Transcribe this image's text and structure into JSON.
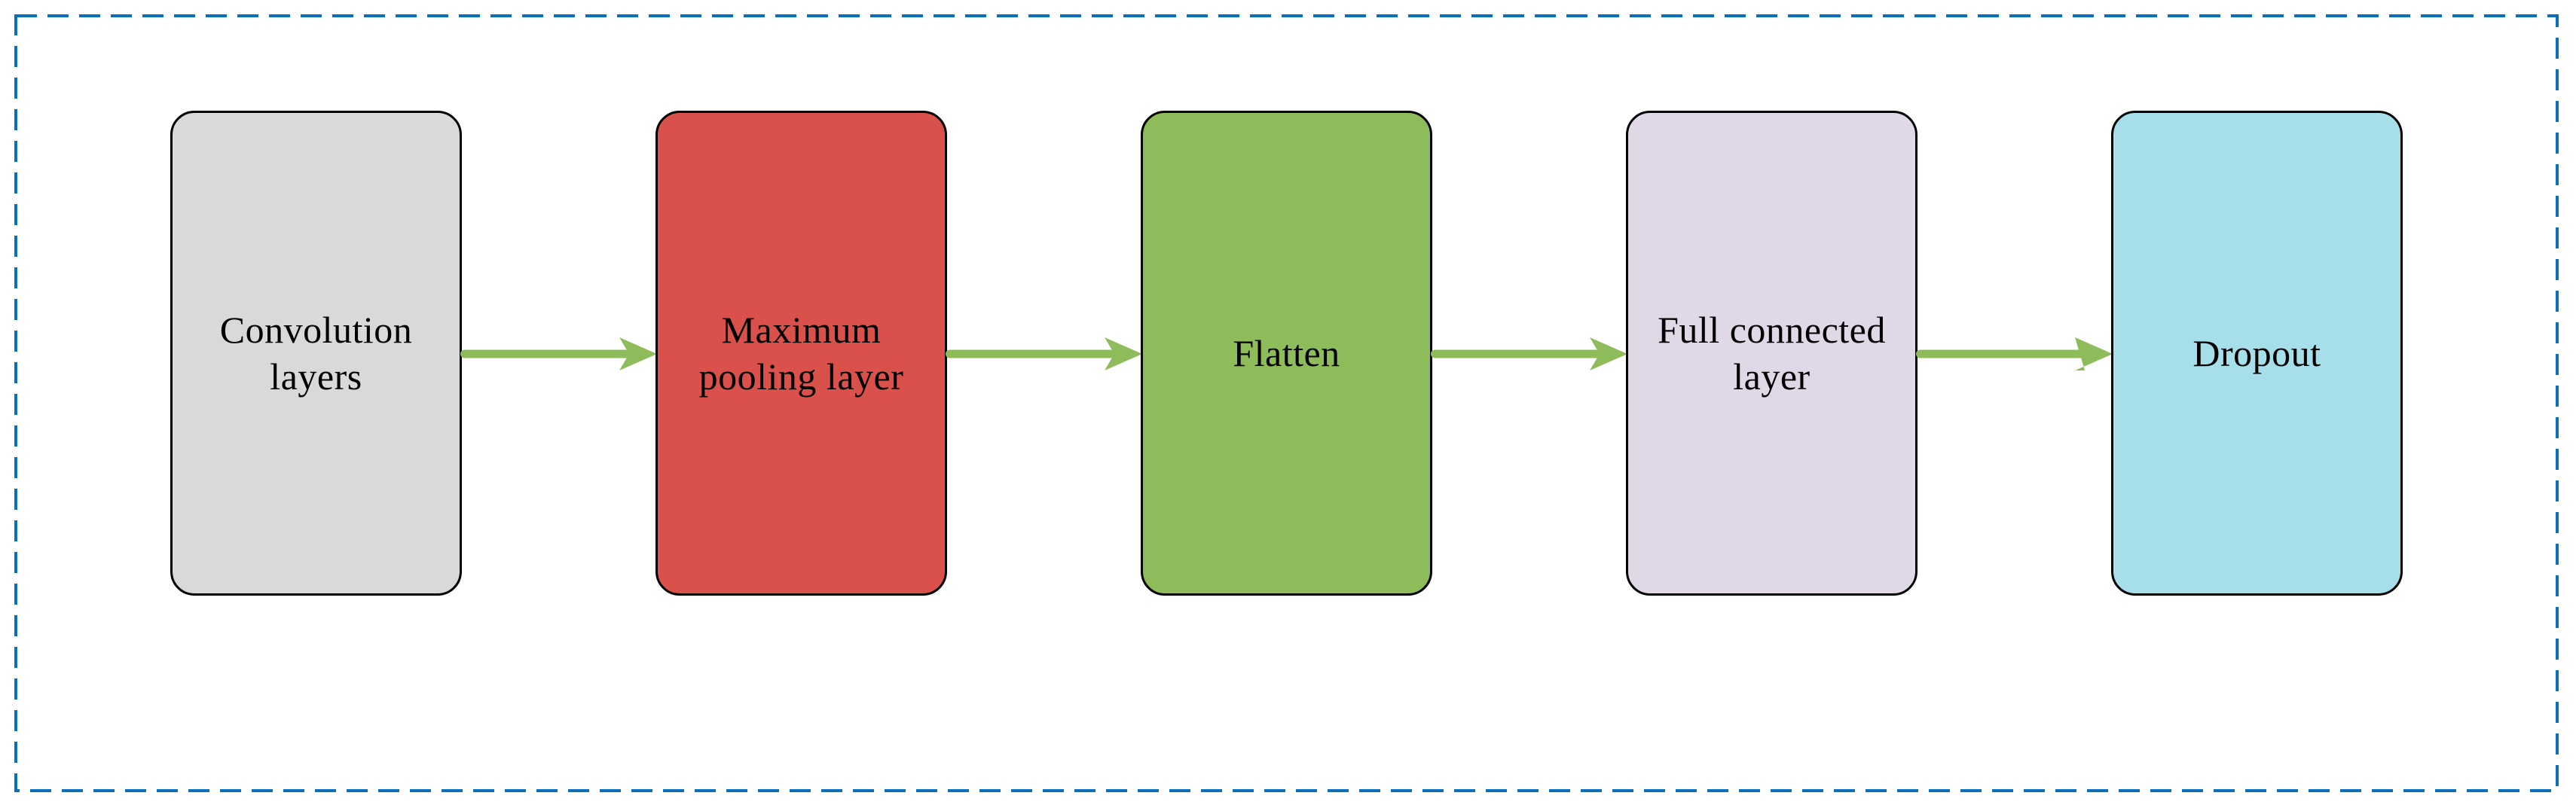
{
  "figure": {
    "type": "flow-diagram",
    "direction": "left-to-right",
    "frame_color": "#0B70BC",
    "arrow_color": "#8FBC5A",
    "text_color": "#000000",
    "node_border_color": "#000000",
    "nodes": [
      {
        "id": "convolution-layers",
        "label": "Convolution\nlayers",
        "fill": "#D9D9D9"
      },
      {
        "id": "maximum-pooling-layer",
        "label": "Maximum\npooling layer",
        "fill": "#D9514A"
      },
      {
        "id": "flatten",
        "label": "Flatten",
        "fill": "#8FBC5A"
      },
      {
        "id": "full-connected-layer",
        "label": "Full connected\nlayer",
        "fill": "#E1D8E7"
      },
      {
        "id": "dropout",
        "label": "Dropout",
        "fill": "#A6DEEA"
      }
    ],
    "connections": [
      {
        "from": "convolution-layers",
        "to": "maximum-pooling-layer"
      },
      {
        "from": "maximum-pooling-layer",
        "to": "flatten"
      },
      {
        "from": "flatten",
        "to": "full-connected-layer"
      },
      {
        "from": "full-connected-layer",
        "to": "dropout"
      }
    ]
  }
}
